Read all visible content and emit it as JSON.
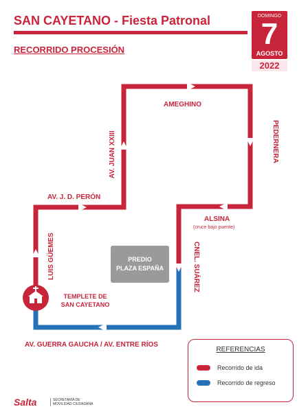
{
  "header": {
    "title": "SAN CAYETANO - Fiesta Patronal",
    "subtitle": "RECORRIDO PROCESIÓN"
  },
  "date": {
    "day_of_week": "DOMINGO",
    "day": "7",
    "month": "AGOSTO",
    "year": "2022"
  },
  "streets": {
    "ameghino": "AMEGHINO",
    "juan_xxiii": "AV. JUAN XXIII",
    "pedernera": "PEDERNERA",
    "peron": "AV. J. D. PERÓN",
    "alsina": "ALSINA",
    "alsina_note": "(cruce bajo puente)",
    "guemes": "LUIS GÜEMES",
    "suarez": "CNEL. SUÁREZ",
    "guerra_gaucha": "AV. GUERRA GAUCHA / AV. ENTRE RÍOS"
  },
  "places": {
    "predio_line1": "PREDIO",
    "predio_line2": "PLAZA ESPAÑA",
    "templete_line1": "TEMPLETE DE",
    "templete_line2": "SAN CAYETANO"
  },
  "legend": {
    "title": "REFERENCIAS",
    "items": [
      {
        "label": "Recorrido de ida",
        "color": "#c8243a"
      },
      {
        "label": "Recorrido de regreso",
        "color": "#2672b8"
      }
    ]
  },
  "colors": {
    "outbound": "#c8243a",
    "return": "#2672b8"
  },
  "footer": {
    "logo": "Salta",
    "secretaria_line1": "SECRETARÍA DE",
    "secretaria_line2": "MOVILIDAD CIUDADANA"
  }
}
